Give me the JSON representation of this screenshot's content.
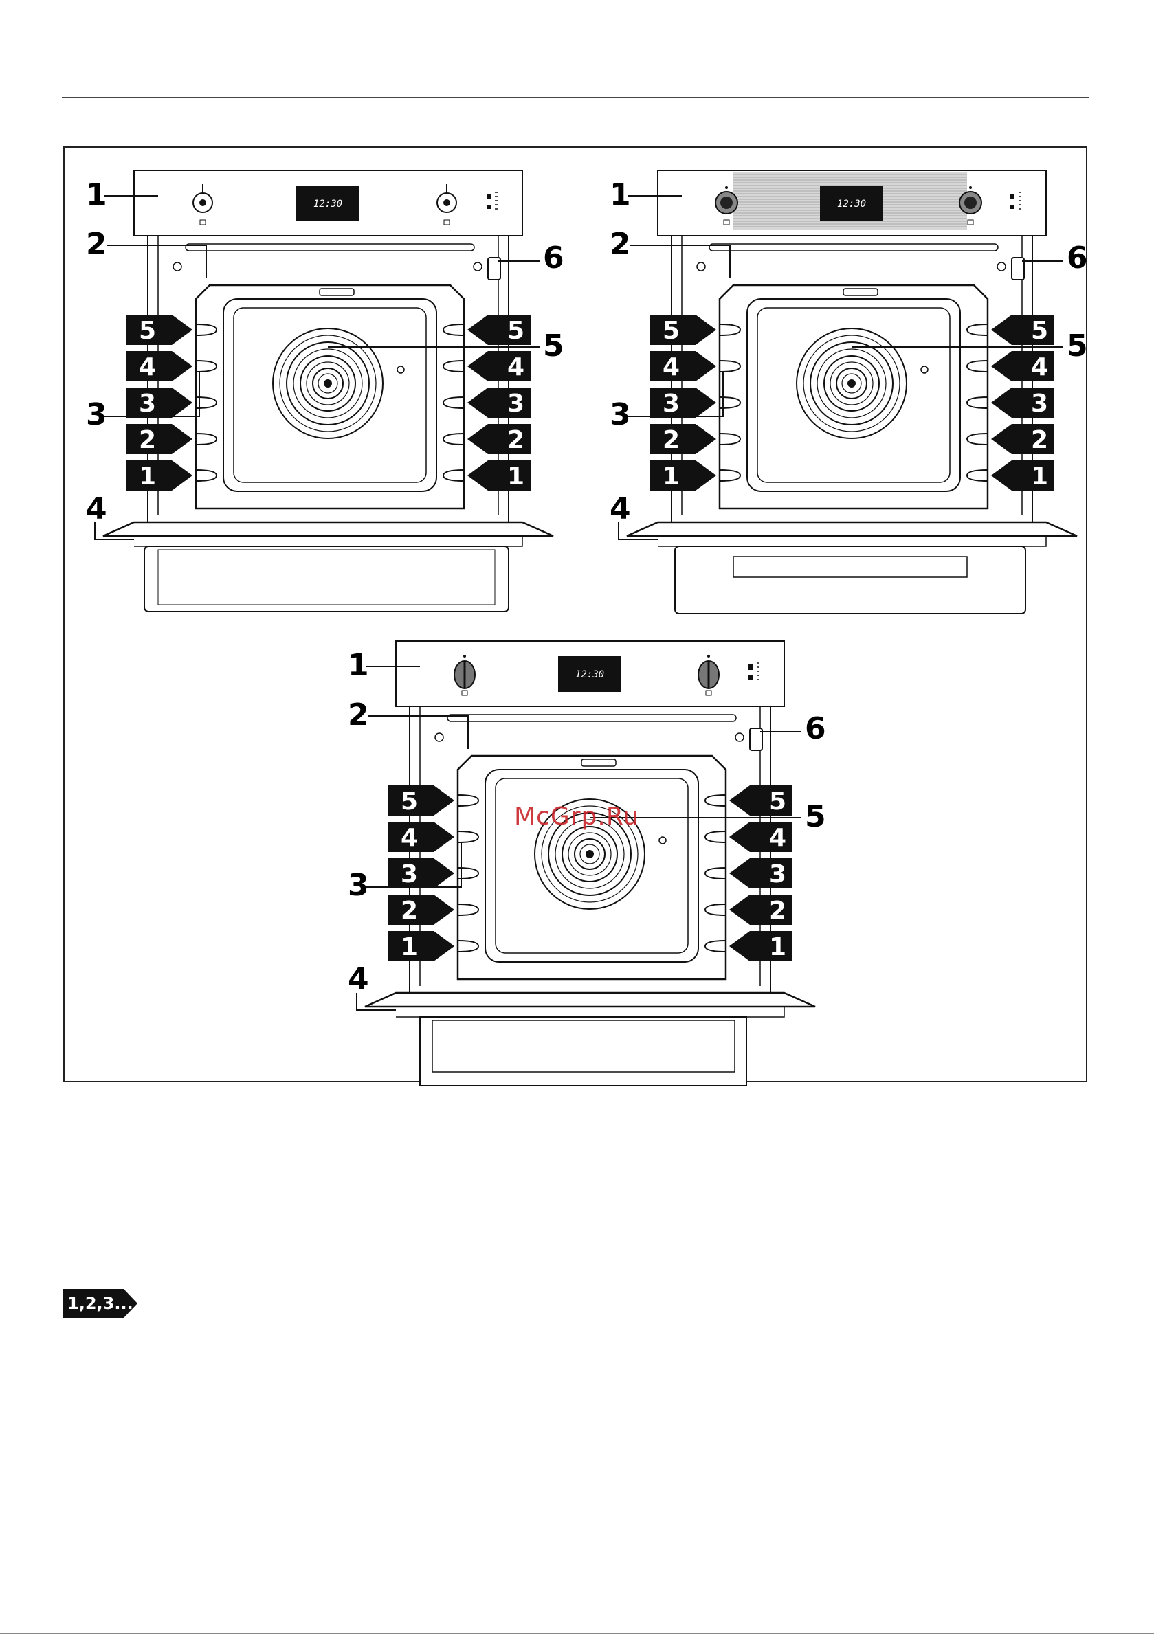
{
  "callouts": {
    "control_panel": "1",
    "cavity": "2",
    "shelf_guides": "3",
    "door": "4",
    "fan": "5",
    "lamp": "6"
  },
  "shelf_levels": [
    "5",
    "4",
    "3",
    "2",
    "1"
  ],
  "display_time": "12:30",
  "watermark": "McGrp.Ru",
  "badge_text": "1,2,3...",
  "colors": {
    "ink": "#111111",
    "watermark": "#c8262b",
    "stainless_band": "#d6d6d6"
  }
}
